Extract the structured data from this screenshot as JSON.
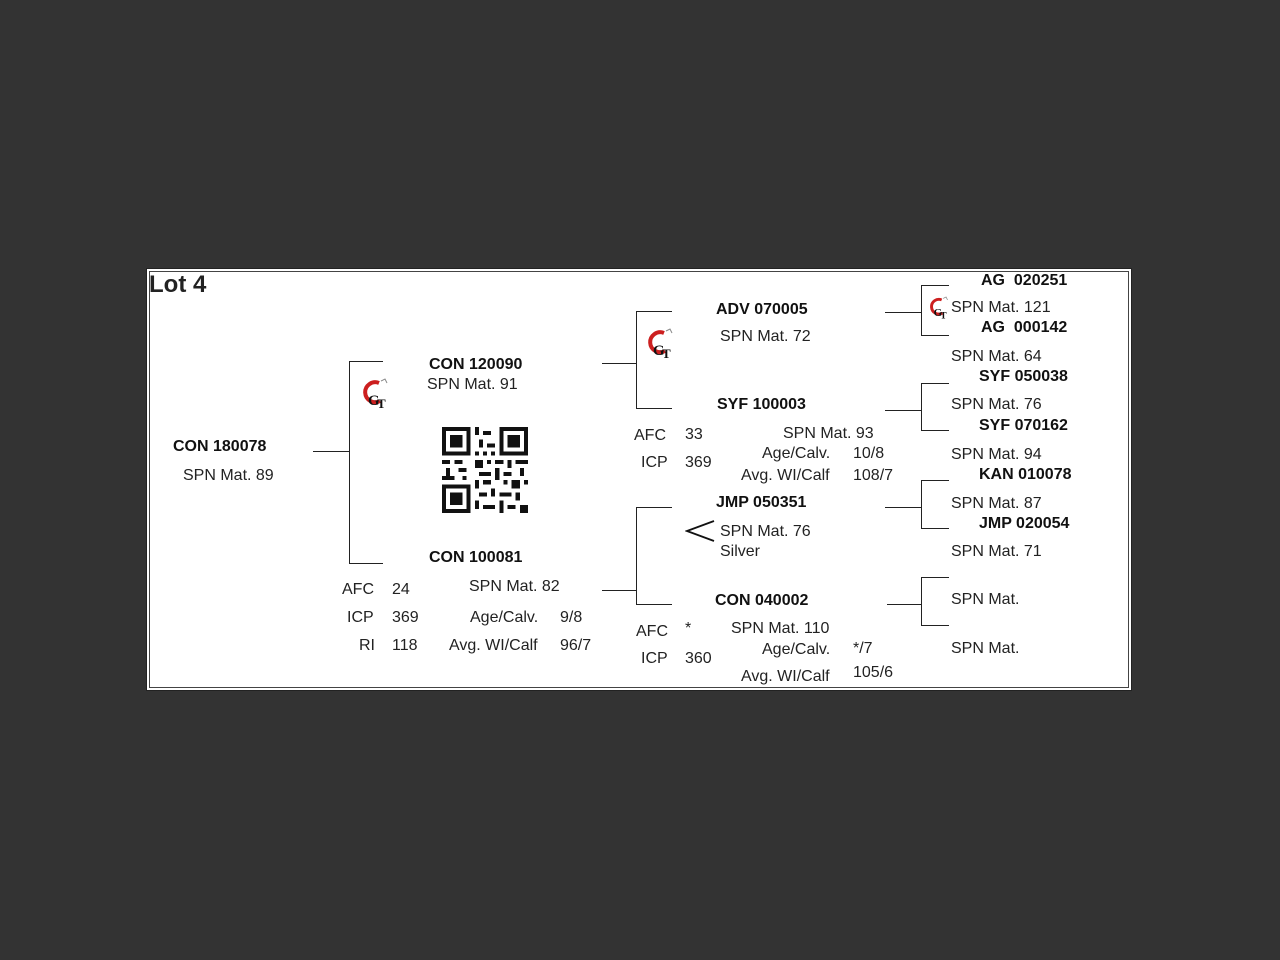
{
  "lot_title": "Lot 4",
  "animal": {
    "id": "CON 180078",
    "spn": "SPN Mat. 89"
  },
  "sire": {
    "id": "CON 120090",
    "spn": "SPN Mat. 91"
  },
  "dam": {
    "id": "CON 100081",
    "spn": "SPN Mat. 82",
    "afc_label": "AFC",
    "afc": "24",
    "icp_label": "ICP",
    "icp": "369",
    "ri_label": "RI",
    "ri": "118",
    "age_label": "Age/Calv.",
    "age": "9/8",
    "wi_label": "Avg. WI/Calf",
    "wi": "96/7"
  },
  "sire_sire": {
    "id": "ADV 070005",
    "spn": "SPN Mat. 72"
  },
  "sire_dam": {
    "id": "SYF 100003",
    "spn": "SPN Mat. 93",
    "afc_label": "AFC",
    "afc": "33",
    "icp_label": "ICP",
    "icp": "369",
    "age_label": "Age/Calv.",
    "age": "10/8",
    "wi_label": "Avg. WI/Calf",
    "wi": "108/7"
  },
  "dam_sire": {
    "id": "JMP 050351",
    "spn": "SPN Mat. 76",
    "note": "Silver"
  },
  "dam_dam": {
    "id": "CON 040002",
    "spn": "SPN Mat. 110",
    "afc_label": "AFC",
    "afc": "*",
    "icp_label": "ICP",
    "icp": "360",
    "age_label": "Age/Calv.",
    "age": "*/7",
    "wi_label": "Avg. WI/Calf",
    "wi": "105/6"
  },
  "gen3": [
    {
      "id": "AG  020251",
      "spn": "SPN Mat. 121"
    },
    {
      "id": "AG  000142",
      "spn": "SPN Mat. 64"
    },
    {
      "id": "SYF 050038",
      "spn": "SPN Mat. 76"
    },
    {
      "id": "SYF 070162",
      "spn": "SPN Mat. 94"
    },
    {
      "id": "KAN 010078",
      "spn": "SPN Mat. 87"
    },
    {
      "id": "JMP 020054",
      "spn": "SPN Mat. 71"
    },
    {
      "id": "",
      "spn": "SPN Mat."
    },
    {
      "id": "",
      "spn": "SPN Mat."
    }
  ],
  "logo_text": "GT",
  "icons": {
    "logo": "gt-logo-icon",
    "qr": "qr-code-icon",
    "bracket": "less-than-bracket-icon"
  },
  "colors": {
    "logo_red": "#cc1f1f",
    "background": "#333333"
  }
}
